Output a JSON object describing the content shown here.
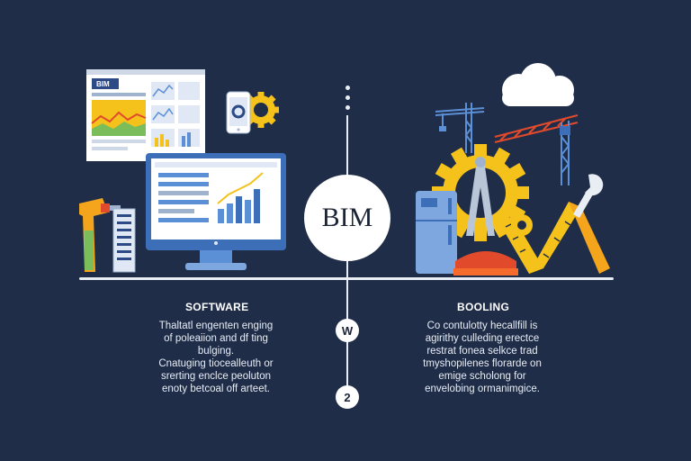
{
  "center": {
    "label": "BIM"
  },
  "steps": [
    "W",
    "2"
  ],
  "left": {
    "heading": "SOFTWARE",
    "lines": [
      "Thaltatl engenten enging",
      "of poleaiion and df ting",
      "bulging.",
      "Cnatuging tiocealleuth or",
      "srerting enclce peoluton",
      "enoty betcoal off arteet."
    ]
  },
  "right": {
    "heading": "BOOLING",
    "lines": [
      "Co contulotty hecallfill is",
      "agirithy culleding erectce",
      "restrat fonea selkce trad",
      "tmyshopilenes florarde on",
      "emige scholong for",
      "envelobing ormanimgice."
    ]
  },
  "colors": {
    "background": "#1f2d48",
    "accent_yellow": "#f4c21b",
    "accent_red": "#e24a2c",
    "accent_blue": "#5b8fd6",
    "line": "#e9eef5"
  }
}
